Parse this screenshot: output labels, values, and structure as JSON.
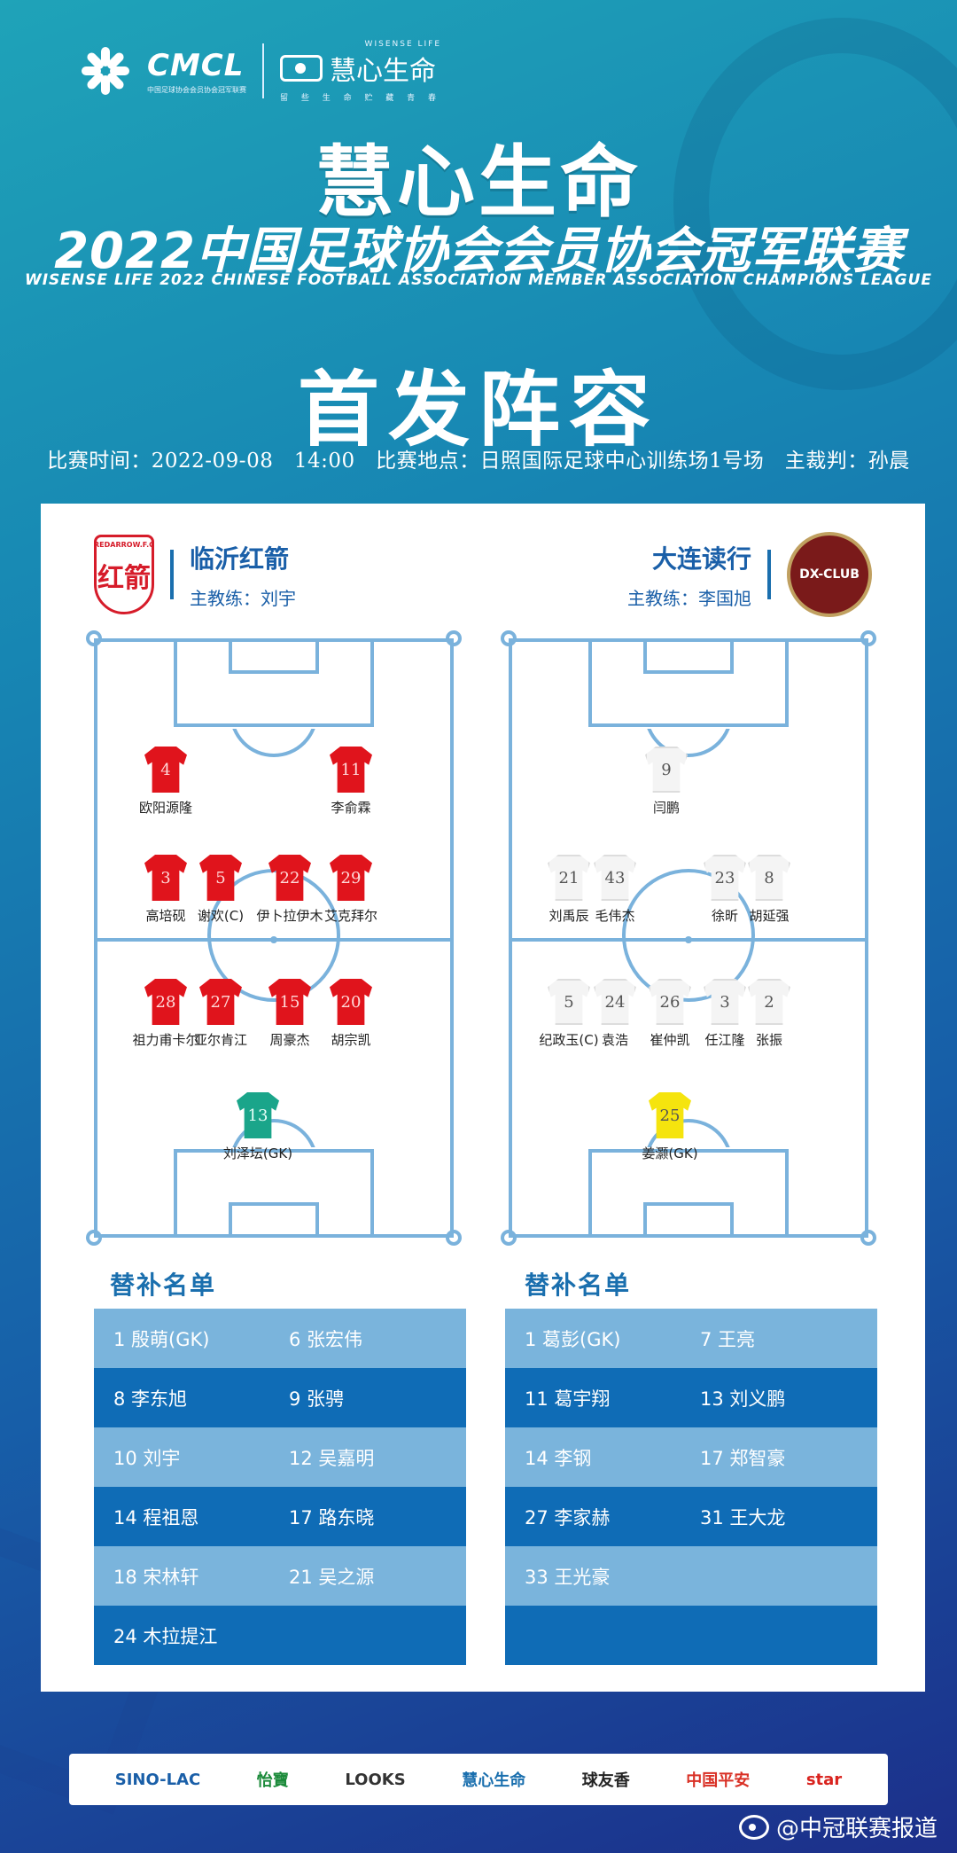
{
  "header": {
    "cmcl_logo": "CMCL",
    "cmcl_sub": "中国足球协会会员协会冠军联赛",
    "sponsor_logo_text": "慧心生命",
    "sponsor_logo_en": "WISENSE LIFE",
    "sponsor_tagline": "留 些 生 命   贮 藏 青 春"
  },
  "title": {
    "main": "慧心生命",
    "sub": "2022中国足球协会会员协会冠军联赛",
    "en": "WISENSE LIFE 2022 CHINESE FOOTBALL ASSOCIATION MEMBER ASSOCIATION CHAMPIONS LEAGUE",
    "lineup": "首发阵容"
  },
  "match_info": "比赛时间：2022-09-08　14:00　比赛地点：日照国际足球中心训练场1号场　主裁判：孙晨",
  "home": {
    "crest_text": "REDARROW.F.C",
    "crest_char": "红箭",
    "name": "临沂红箭",
    "coach": "主教练：刘宇",
    "kit_color": "#e0141c",
    "gk_color": "#1aa58a",
    "players": [
      {
        "number": "4",
        "name": "欧阳源隆",
        "kit": "red"
      },
      {
        "number": "11",
        "name": "李俞霖",
        "kit": "red"
      },
      {
        "number": "3",
        "name": "高培砚",
        "kit": "red"
      },
      {
        "number": "5",
        "name": "谢欢(C)",
        "kit": "red"
      },
      {
        "number": "22",
        "name": "伊卜拉伊木",
        "kit": "red"
      },
      {
        "number": "29",
        "name": "艾克拜尔",
        "kit": "red"
      },
      {
        "number": "28",
        "name": "祖力甫卡尔",
        "kit": "red"
      },
      {
        "number": "27",
        "name": "亚尔肯江",
        "kit": "red"
      },
      {
        "number": "15",
        "name": "周豪杰",
        "kit": "red"
      },
      {
        "number": "20",
        "name": "胡宗凯",
        "kit": "red"
      },
      {
        "number": "13",
        "name": "刘泽坛(GK)",
        "kit": "green"
      }
    ],
    "subs_title": "替补名单",
    "subs": [
      [
        "1 殷萌(GK)",
        "6 张宏伟"
      ],
      [
        "8 李东旭",
        "9 张骋"
      ],
      [
        "10 刘宇",
        "12 吴嘉明"
      ],
      [
        "14 程祖恩",
        "17 路东晓"
      ],
      [
        "18 宋林轩",
        "21 吴之源"
      ],
      [
        "24 木拉提江",
        ""
      ]
    ]
  },
  "away": {
    "crest_text": "DX-CLUB",
    "name": "大连读行",
    "coach": "主教练：李国旭",
    "kit_color": "#f4f4f4",
    "gk_color": "#f5e40e",
    "players": [
      {
        "number": "9",
        "name": "闫鹏",
        "kit": "white"
      },
      {
        "number": "21",
        "name": "刘禹辰",
        "kit": "white"
      },
      {
        "number": "43",
        "name": "毛伟杰",
        "kit": "white"
      },
      {
        "number": "23",
        "name": "徐昕",
        "kit": "white"
      },
      {
        "number": "8",
        "name": "胡延强",
        "kit": "white"
      },
      {
        "number": "5",
        "name": "纪政玉(C)",
        "kit": "white"
      },
      {
        "number": "24",
        "name": "袁浩",
        "kit": "white"
      },
      {
        "number": "26",
        "name": "崔仲凯",
        "kit": "white"
      },
      {
        "number": "3",
        "name": "任江隆",
        "kit": "white"
      },
      {
        "number": "2",
        "name": "张振",
        "kit": "white"
      },
      {
        "number": "25",
        "name": "姜灏(GK)",
        "kit": "yellow"
      }
    ],
    "subs_title": "替补名单",
    "subs": [
      [
        "1 葛彭(GK)",
        "7 王亮"
      ],
      [
        "11 葛宇翔",
        "13 刘义鹏"
      ],
      [
        "14 李钢",
        "17 郑智豪"
      ],
      [
        "27 李家赫",
        "31 王大龙"
      ],
      [
        "33 王光豪",
        ""
      ],
      [
        "",
        ""
      ]
    ]
  },
  "sponsors": [
    "SINO-LAC",
    "怡寶",
    "LOOKS",
    "慧心生命",
    "球友香",
    "中国平安",
    "star"
  ],
  "sponsor_colors": [
    "#1a5fa8",
    "#1b8a3a",
    "#333333",
    "#1a6fae",
    "#222222",
    "#d93025",
    "#d9231e"
  ],
  "credit": "@中冠联赛报道"
}
